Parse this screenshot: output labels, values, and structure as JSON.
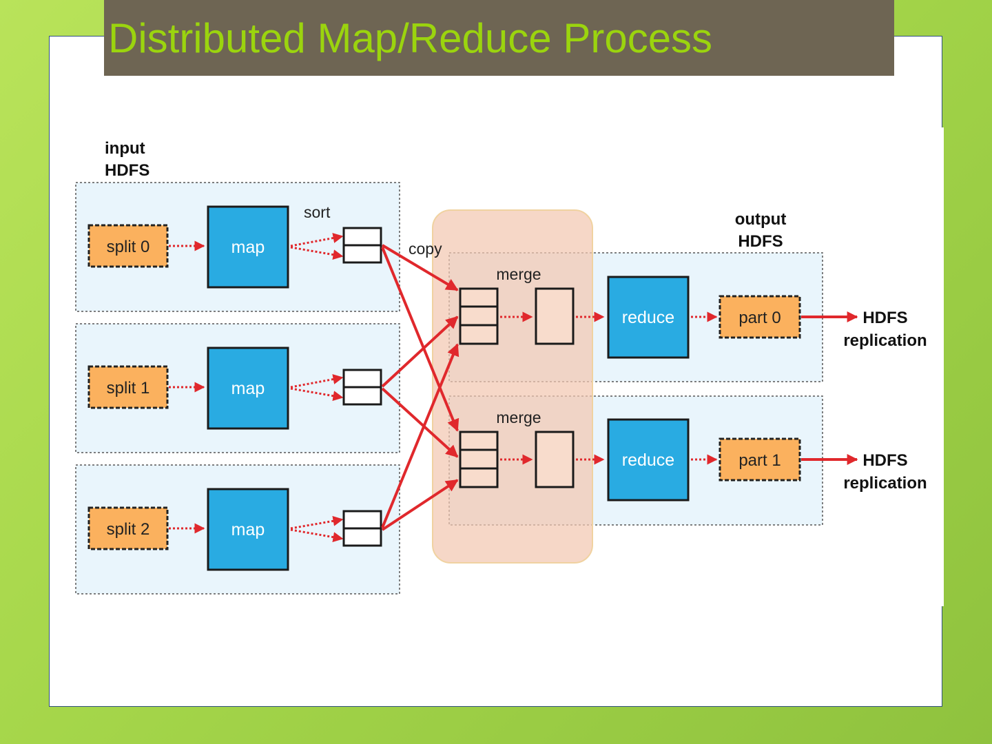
{
  "slide": {
    "title": "Distributed Map/Reduce Process"
  },
  "diagram": {
    "input_label_line1": "input",
    "input_label_line2": "HDFS",
    "output_label_line1": "output",
    "output_label_line2": "HDFS",
    "sort_label": "sort",
    "copy_label": "copy",
    "splits": [
      "split 0",
      "split 1",
      "split 2"
    ],
    "map_label": "map",
    "merge_label": "merge",
    "reduce_label": "reduce",
    "parts": [
      "part 0",
      "part 1"
    ],
    "replication_line1": "HDFS",
    "replication_line2": "replication",
    "colors": {
      "map_fill": "#29abe2",
      "split_fill": "#fbb15e",
      "arrow": "#e0282c",
      "merge_band": "#f3c7b1",
      "buffer_fill": "#f8dccc",
      "region_fill": "#e9f5fc"
    }
  }
}
